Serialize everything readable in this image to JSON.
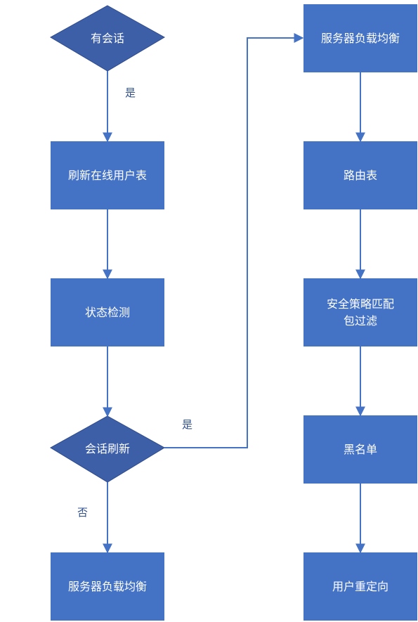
{
  "colors": {
    "box_fill": "#4472C4",
    "diamond_fill": "#3C5FA8",
    "diamond_stroke": "#2F4B8A",
    "connector": "#4472C4",
    "text": "#FFFFFF",
    "edge_label": "#2F4F8F"
  },
  "nodes": {
    "has_session": "有会话",
    "refresh_online_users": "刷新在线用户表",
    "status_check": "状态检测",
    "session_refresh": "会话刷新",
    "lb_bottom": "服务器负载均衡",
    "lb_top": "服务器负载均衡",
    "routing_table": "路由表",
    "security_policy_line1": "安全策略匹配",
    "security_policy_line2": "包过滤",
    "blacklist": "黑名单",
    "user_redirect": "用户重定向"
  },
  "edge_labels": {
    "yes_1": "是",
    "yes_2": "是",
    "no": "否"
  }
}
